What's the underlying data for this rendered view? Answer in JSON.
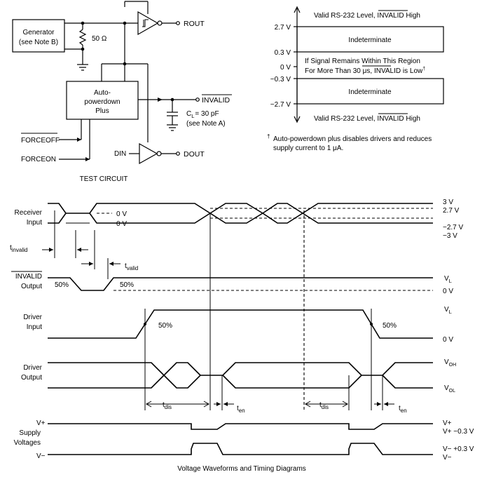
{
  "circuit": {
    "generator": [
      "Generator",
      "(see Note B)"
    ],
    "resistor": "50 Ω",
    "rout": "ROUT",
    "block": [
      "Auto-",
      "powerdown",
      "Plus"
    ],
    "invalid": "INVALID",
    "cap": [
      "C",
      "L",
      "= 30 pF",
      "(see Note A)"
    ],
    "forceoff": "FORCEOFF",
    "forceon": "FORCEON",
    "din": "DIN",
    "dout": "DOUT",
    "caption": "TEST CIRCUIT"
  },
  "levels": {
    "top_label": [
      "Valid RS-232 Level, ",
      "INVALID",
      " High"
    ],
    "bottom_label": [
      "Valid RS-232 Level, ",
      "INVALID",
      " High"
    ],
    "indeterminate": "Indeterminate",
    "v1": "2.7 V",
    "v2": "0.3 V",
    "v3": "0 V",
    "v4": "−0.3 V",
    "v5": "−2.7 V",
    "note_line1": "If Signal Remains Within This Region",
    "note_line2_a": "For More Than 30 μs, ",
    "note_line2_b": "INVALID",
    "note_line2_c": " is Low",
    "note_mark": "†",
    "footnote_mark": "†",
    "footnote_line1": "Auto-powerdown plus disables drivers and  reduces",
    "footnote_line2": "supply current to 1 μA."
  },
  "timing": {
    "receiver_input": [
      "Receiver",
      "Input"
    ],
    "invalid_output": [
      "INVALID",
      "Output"
    ],
    "driver_input": [
      "Driver",
      "Input"
    ],
    "driver_output": [
      "Driver",
      "Output"
    ],
    "supply": [
      "V+",
      "Supply",
      "Voltages",
      "V−"
    ],
    "recv_levels": [
      "3 V",
      "2.7 V",
      "−2.7 V",
      "−3 V"
    ],
    "zero": "0 V",
    "t_invalid": [
      "t",
      "invalid"
    ],
    "t_valid": [
      "t",
      "valid"
    ],
    "t_dis": [
      "t",
      "dis"
    ],
    "t_en": [
      "t",
      "en"
    ],
    "fifty": "50%",
    "vl": [
      "V",
      "L"
    ],
    "voh": [
      "V",
      "OH"
    ],
    "vol": [
      "V",
      "OL"
    ],
    "supply_right": [
      "V+",
      "V+ −0.3 V",
      "V− +0.3  V",
      "V−"
    ],
    "caption": "Voltage Waveforms and Timing  Diagrams"
  }
}
